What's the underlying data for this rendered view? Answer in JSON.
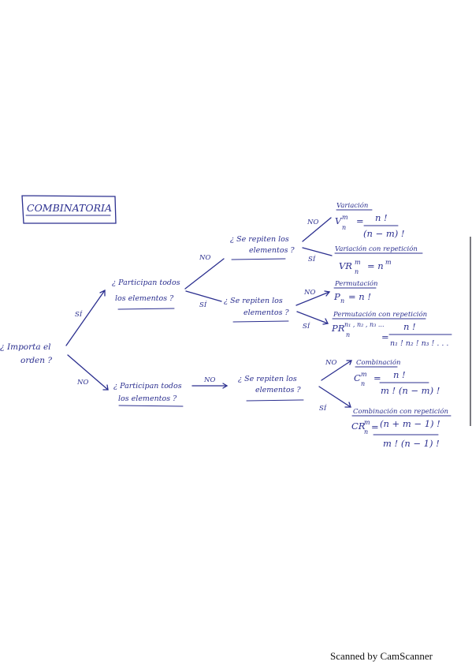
{
  "title": "COMBINATORIA",
  "questions": {
    "root": [
      "¿ Importa el",
      "orden ?"
    ],
    "q_yes": [
      "¿ Participan todos",
      "los elementos ?"
    ],
    "q_no": [
      "¿ Participan todos",
      "los elementos ?"
    ],
    "q_yes_no": [
      "¿ Se repiten los",
      "elementos ?"
    ],
    "q_yes_si": [
      "¿ Se repiten los",
      "elementos ?"
    ],
    "q_no_no": [
      "¿ Se repiten los",
      "elementos ?"
    ]
  },
  "answers": {
    "si": "SÍ",
    "no": "NO"
  },
  "results": {
    "variacion": {
      "name": "Variación",
      "formula_lhs": "V",
      "sup": "m",
      "sub": "n",
      "numerator": "n !",
      "denominator": "(n − m) !"
    },
    "variacion_rep": {
      "name": "Variación con repetición",
      "formula_lhs": "VR",
      "sup": "m",
      "sub": "n",
      "equals": "= n",
      "exp": "m"
    },
    "permutacion": {
      "name": "Permutación",
      "formula": "P",
      "sub": "n",
      "rhs": "= n !"
    },
    "permutacion_rep": {
      "name": "Permutación con repetición",
      "formula_lhs": "PR",
      "sup": "n₁ , n₂ , n₃ ...",
      "sub": "n",
      "numerator": "n !",
      "denominator": "n₁ ! n₂ ! n₃ ! . . ."
    },
    "combinacion": {
      "name": "Combinación",
      "formula_lhs": "C",
      "sup": "m",
      "sub": "n",
      "numerator": "n !",
      "denominator": "m ! (n − m) !"
    },
    "combinacion_rep": {
      "name": "Combinación con repetición",
      "formula_lhs": "CR",
      "sup": "m",
      "sub": "n",
      "numerator": "(n + m − 1) !",
      "denominator": "m ! (n − 1) !"
    }
  },
  "watermark": "Scanned by CamScanner",
  "colors": {
    "ink": "#2b2f8f",
    "paper": "#ffffff"
  }
}
